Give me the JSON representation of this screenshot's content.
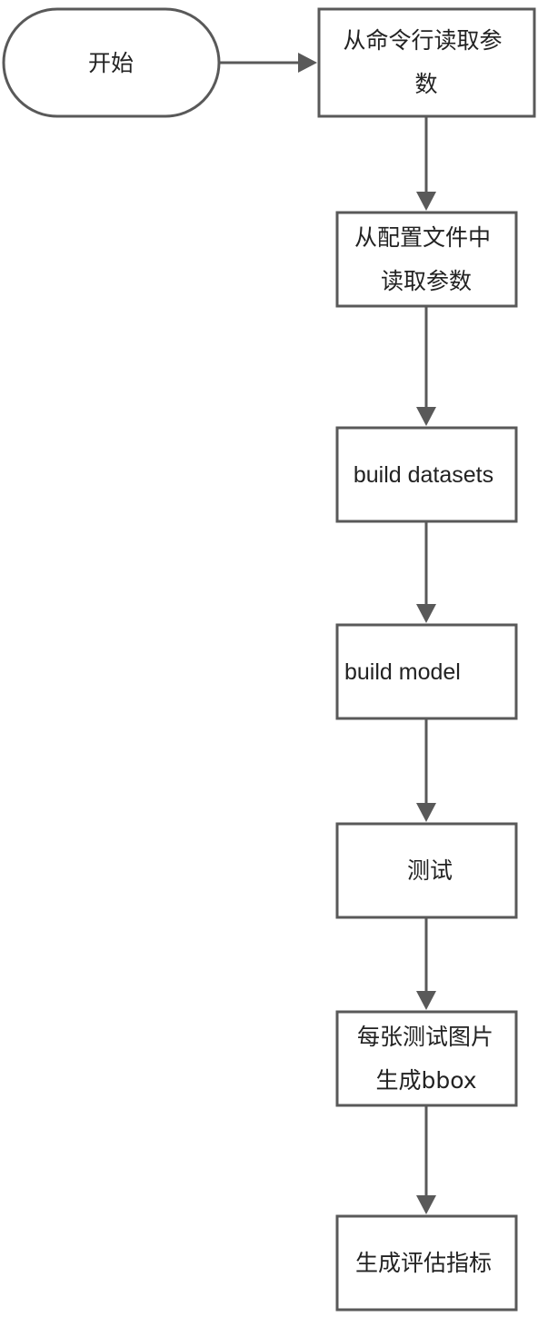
{
  "diagram": {
    "type": "flowchart",
    "colors": {
      "stroke": "#595959",
      "fill": "#ffffff",
      "text": "#222222"
    },
    "nodes": [
      {
        "id": "start",
        "shape": "terminator",
        "lines": [
          "开始"
        ]
      },
      {
        "id": "read-cli",
        "shape": "process",
        "lines": [
          "从命令行读取参",
          "数"
        ]
      },
      {
        "id": "read-config",
        "shape": "process",
        "lines": [
          "从配置文件中",
          "读取参数"
        ]
      },
      {
        "id": "build-datasets",
        "shape": "process",
        "lines": [
          "build datasets"
        ]
      },
      {
        "id": "build-model",
        "shape": "process",
        "lines": [
          "build model"
        ]
      },
      {
        "id": "test",
        "shape": "process",
        "lines": [
          "测试"
        ]
      },
      {
        "id": "gen-bbox",
        "shape": "process",
        "lines": [
          "每张测试图片",
          "生成bbox"
        ]
      },
      {
        "id": "gen-metrics",
        "shape": "process",
        "lines": [
          "生成评估指标"
        ]
      }
    ],
    "edges": [
      {
        "from": "start",
        "to": "read-cli"
      },
      {
        "from": "read-cli",
        "to": "read-config"
      },
      {
        "from": "read-config",
        "to": "build-datasets"
      },
      {
        "from": "build-datasets",
        "to": "build-model"
      },
      {
        "from": "build-model",
        "to": "test"
      },
      {
        "from": "test",
        "to": "gen-bbox"
      },
      {
        "from": "gen-bbox",
        "to": "gen-metrics"
      }
    ]
  }
}
